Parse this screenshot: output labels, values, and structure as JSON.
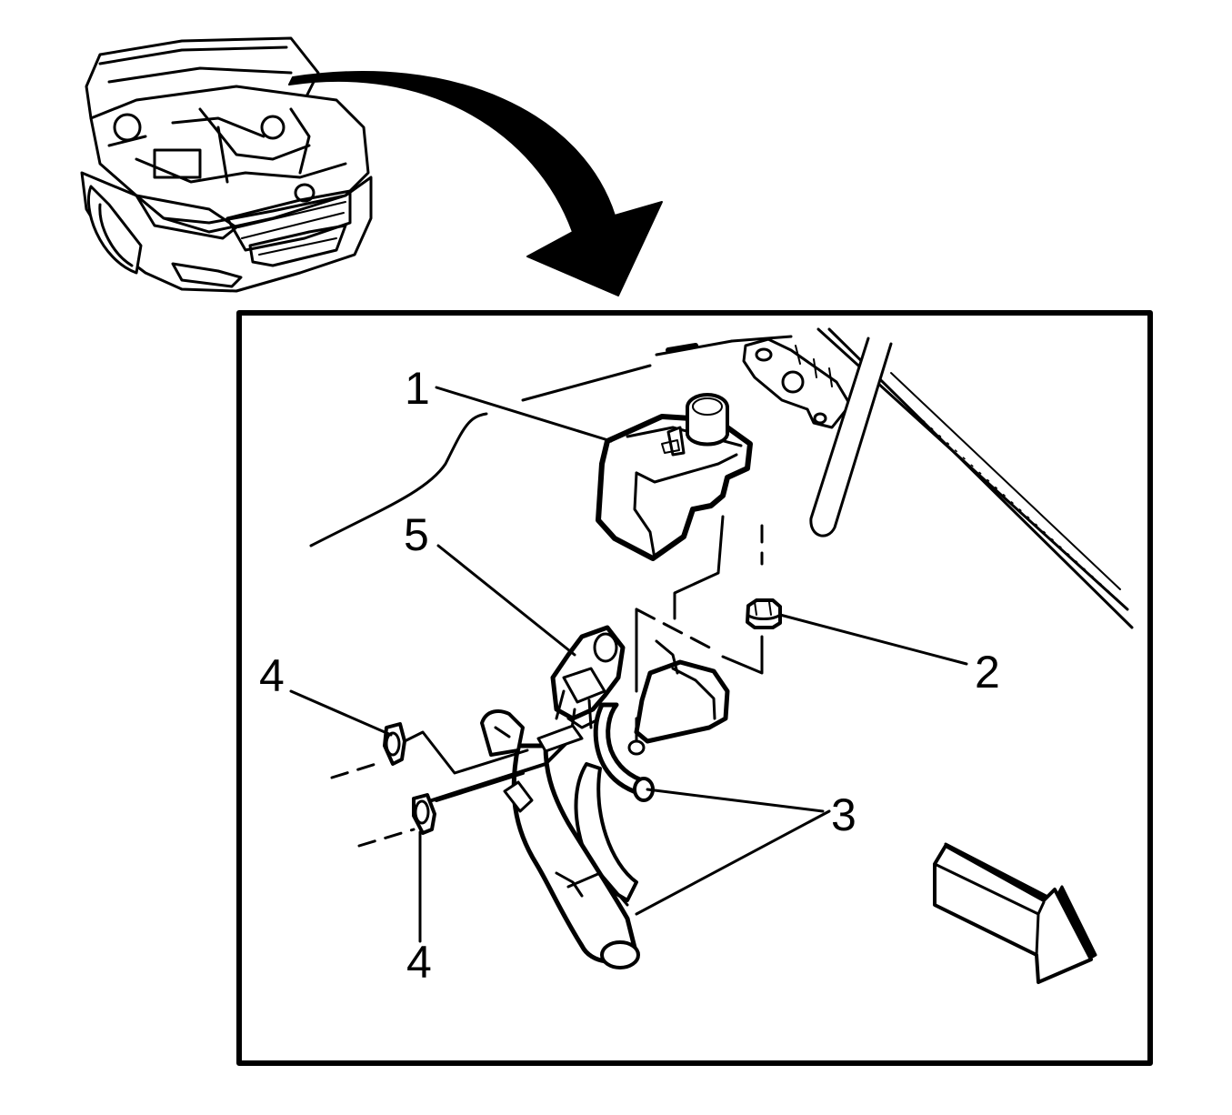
{
  "diagram": {
    "callouts": [
      {
        "id": "1",
        "text": "1"
      },
      {
        "id": "2",
        "text": "2"
      },
      {
        "id": "3",
        "text": "3"
      },
      {
        "id": "4a",
        "text": "4"
      },
      {
        "id": "4b",
        "text": "4"
      },
      {
        "id": "5",
        "text": "5"
      }
    ],
    "colors": {
      "line": "#000000",
      "background": "#ffffff"
    },
    "icons": [
      "vehicle-front-icon",
      "curved-pointer-arrow-icon",
      "forward-direction-arrow-icon"
    ]
  }
}
